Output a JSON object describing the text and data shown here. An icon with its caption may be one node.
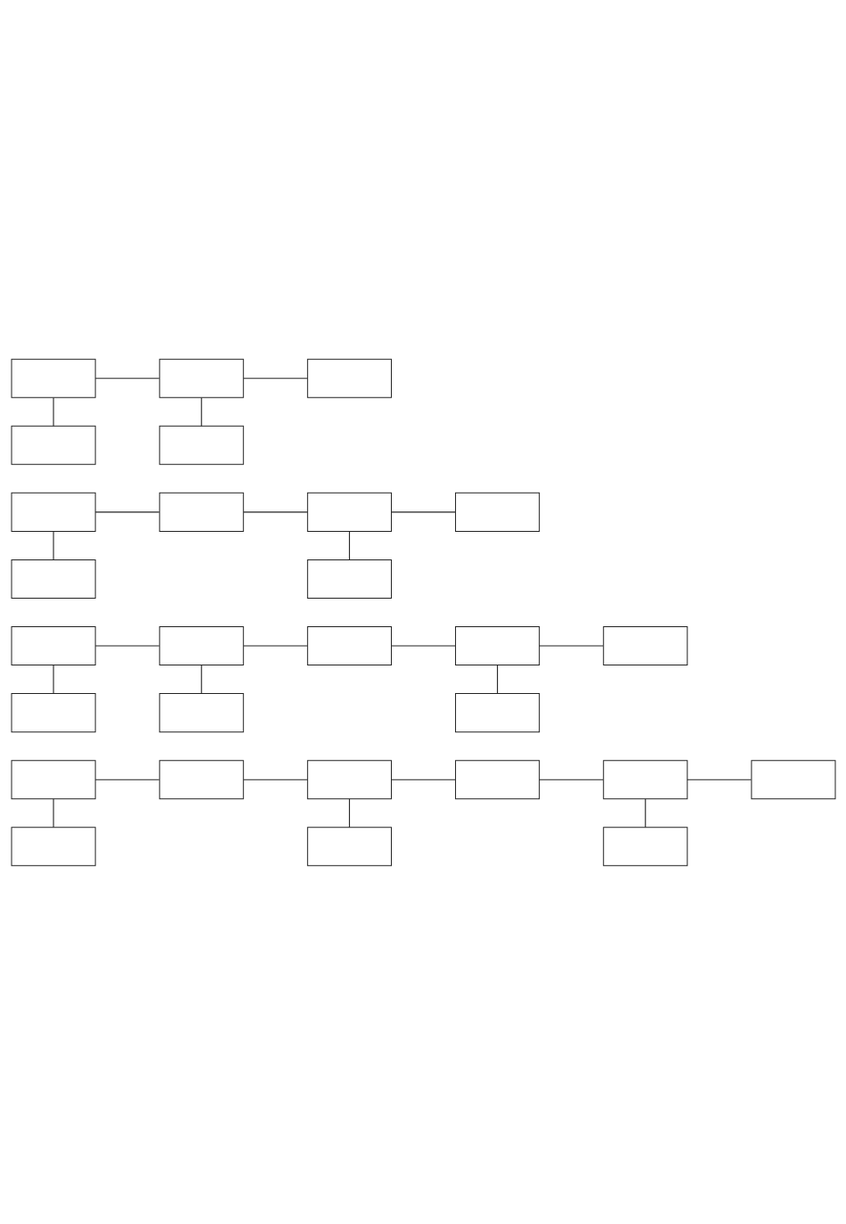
{
  "diagram": {
    "nodes": [
      {
        "text": [],
        "shape": "box"
      },
      {
        "text": [],
        "shape": "box"
      },
      {
        "text": [],
        "shape": "box"
      },
      {
        "text": [],
        "shape": "box"
      },
      {
        "text": [],
        "shape": "box"
      },
      {
        "text": [],
        "shape": "box"
      },
      {
        "text": [],
        "shape": "box"
      },
      {
        "text": [],
        "shape": "box"
      },
      {
        "text": [],
        "shape": "box"
      },
      {
        "text": [],
        "shape": "box"
      },
      {
        "text": [],
        "shape": "box"
      },
      {
        "text": [],
        "shape": "box"
      },
      {
        "text": [],
        "shape": "box"
      },
      {
        "text": [],
        "shape": "box"
      },
      {
        "text": [],
        "shape": "box"
      },
      {
        "text": [],
        "shape": "box"
      },
      {
        "text": [],
        "shape": "box"
      },
      {
        "text": [],
        "shape": "box"
      },
      {
        "text": [],
        "shape": "box"
      },
      {
        "text": [],
        "shape": "box"
      },
      {
        "text": [],
        "shape": "box"
      },
      {
        "text": [],
        "shape": "box"
      },
      {
        "text": [],
        "shape": "box"
      },
      {
        "text": [],
        "shape": "box"
      },
      {
        "text": [],
        "shape": "box"
      },
      {
        "text": [],
        "shape": "box"
      },
      {
        "text": [],
        "shape": "box"
      },
      {
        "text": [],
        "shape": "box"
      }
    ],
    "edges": [
      {
        "from": 0,
        "to": 1,
        "arrow": "none"
      },
      {
        "from": 1,
        "to": 2,
        "arrow": "none"
      },
      {
        "from": 0,
        "to": 3,
        "arrow": "none"
      },
      {
        "from": 1,
        "to": 4,
        "arrow": "none"
      },
      {
        "from": 5,
        "to": 6,
        "arrow": "none"
      },
      {
        "from": 6,
        "to": 7,
        "arrow": "none"
      },
      {
        "from": 7,
        "to": 8,
        "arrow": "none"
      },
      {
        "from": 5,
        "to": 9,
        "arrow": "none"
      },
      {
        "from": 7,
        "to": 10,
        "arrow": "none"
      },
      {
        "from": 11,
        "to": 12,
        "arrow": "none"
      },
      {
        "from": 12,
        "to": 13,
        "arrow": "none"
      },
      {
        "from": 13,
        "to": 14,
        "arrow": "none"
      },
      {
        "from": 14,
        "to": 15,
        "arrow": "none"
      },
      {
        "from": 11,
        "to": 16,
        "arrow": "none"
      },
      {
        "from": 12,
        "to": 17,
        "arrow": "none"
      },
      {
        "from": 14,
        "to": 18,
        "arrow": "none"
      },
      {
        "from": 19,
        "to": 20,
        "arrow": "none"
      },
      {
        "from": 20,
        "to": 21,
        "arrow": "none"
      },
      {
        "from": 21,
        "to": 22,
        "arrow": "none"
      },
      {
        "from": 22,
        "to": 23,
        "arrow": "none"
      },
      {
        "from": 23,
        "to": 24,
        "arrow": "none"
      },
      {
        "from": 19,
        "to": 25,
        "arrow": "none"
      },
      {
        "from": 21,
        "to": 26,
        "arrow": "none"
      },
      {
        "from": 23,
        "to": 27,
        "arrow": "none"
      }
    ]
  }
}
